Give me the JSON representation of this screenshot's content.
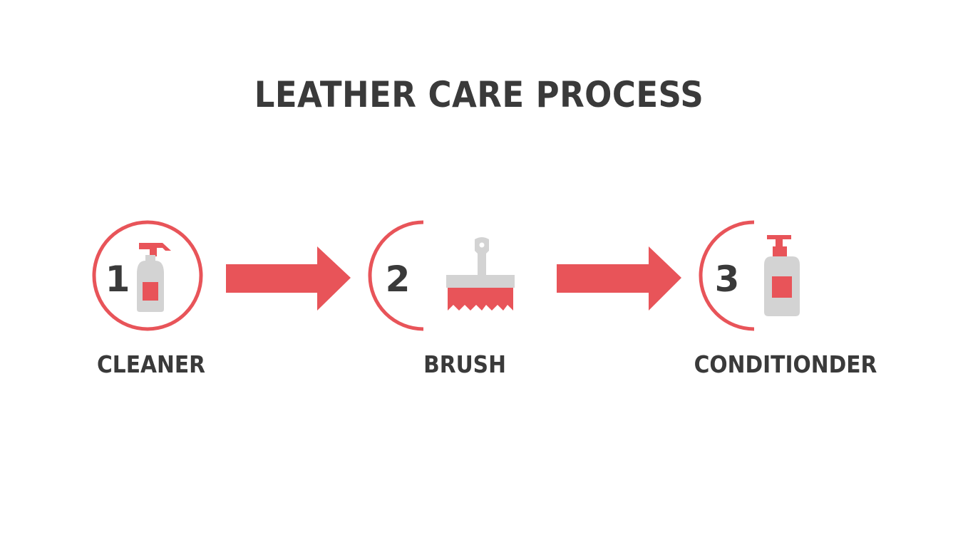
{
  "title": "LEATHER CARE PROCESS",
  "accent_color": "#e85459",
  "icon_gray": "#d3d3d3",
  "steps": [
    {
      "number": "1",
      "label": "CLEANER",
      "icon": "spray-bottle-icon"
    },
    {
      "number": "2",
      "label": "BRUSH",
      "icon": "brush-icon"
    },
    {
      "number": "3",
      "label": "CONDITIONDER",
      "icon": "pump-bottle-icon"
    }
  ]
}
